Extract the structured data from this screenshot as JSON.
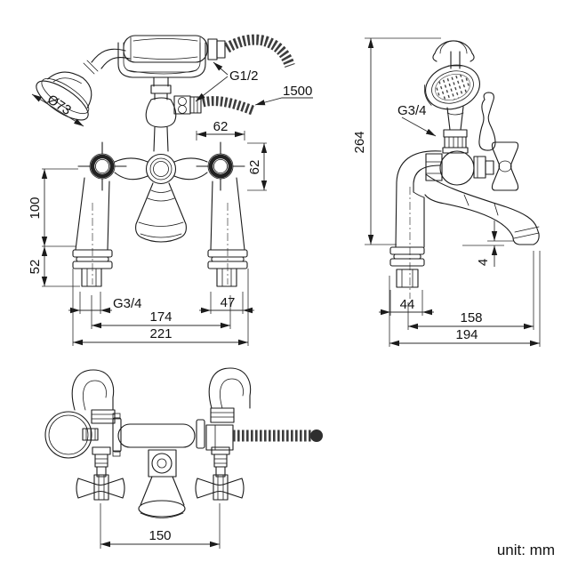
{
  "drawing": {
    "unit_note": "unit: mm",
    "front_view": {
      "head_diameter": "Ø73",
      "hose_thread": "G1/2",
      "hose_length": "1500",
      "handle_width": "62",
      "handle_height": "62",
      "body_height": "100",
      "shank_height": "52",
      "inlet_thread": "G3/4",
      "shank_width": "47",
      "inlet_centres": "174",
      "overall_width": "221"
    },
    "side_view": {
      "overall_height": "264",
      "handset_thread": "G3/4",
      "spout_clearance": "4",
      "base_depth": "44",
      "spout_reach": "158",
      "overall_depth": "194"
    },
    "top_view": {
      "handle_centres": "150"
    }
  }
}
